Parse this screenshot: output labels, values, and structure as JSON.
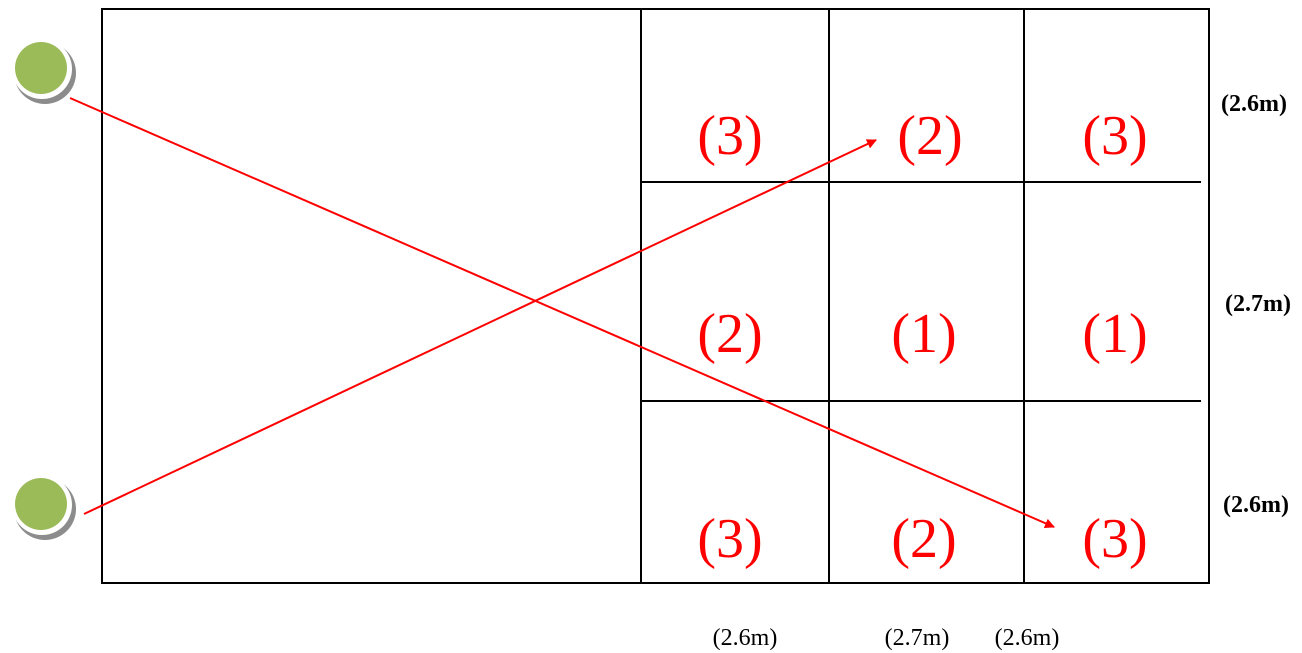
{
  "colors": {
    "frame": "#000000",
    "zone_text": "#ff0000",
    "arrow": "#ff0000",
    "player_fill": "#9bbb59",
    "player_shadow": "#7f7f7f"
  },
  "zones": [
    {
      "id": "top-left",
      "label": "(3)"
    },
    {
      "id": "top-middle",
      "label": "(2)"
    },
    {
      "id": "top-right",
      "label": "(3)"
    },
    {
      "id": "middle-left",
      "label": "(2)"
    },
    {
      "id": "middle-middle",
      "label": "(1)"
    },
    {
      "id": "middle-right",
      "label": "(1)"
    },
    {
      "id": "bottom-left",
      "label": "(3)"
    },
    {
      "id": "bottom-middle",
      "label": "(2)"
    },
    {
      "id": "bottom-right",
      "label": "(3)"
    }
  ],
  "row_dimensions": [
    "(2.6m)",
    "(2.7m)",
    "(2.6m)"
  ],
  "column_dimensions": [
    "(2.6m)",
    "(2.7m)",
    "(2.6m)"
  ],
  "players": [
    {
      "id": "top-player"
    },
    {
      "id": "bottom-player"
    }
  ],
  "arrows": [
    {
      "id": "top-player-to-bottom-right"
    },
    {
      "id": "bottom-player-to-top-middle"
    }
  ]
}
